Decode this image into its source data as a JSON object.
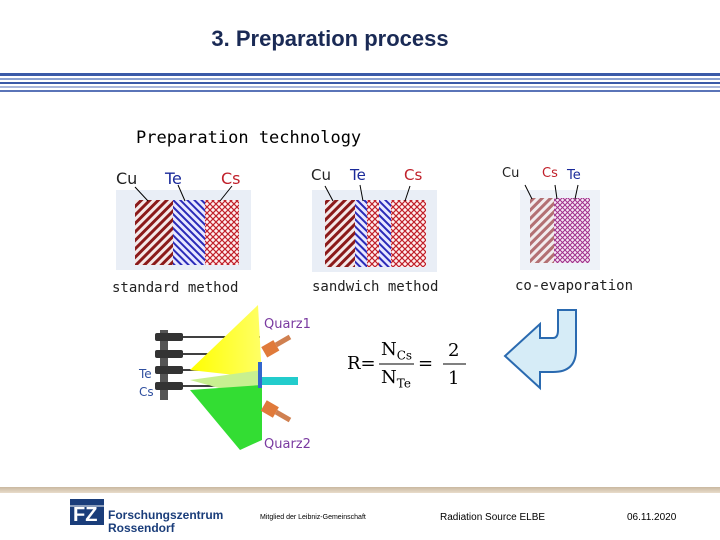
{
  "header": {
    "title": "3. Preparation process"
  },
  "section": {
    "label": "Preparation technology"
  },
  "diagrams": {
    "standard": {
      "labels": [
        "Cu",
        "Te",
        "Cs"
      ],
      "caption": "standard method"
    },
    "sandwich": {
      "labels": [
        "Cu",
        "Te",
        "Cs"
      ],
      "caption": "sandwich method"
    },
    "coevap": {
      "labels": [
        "Cu",
        "Cs",
        "Te"
      ],
      "caption": "co-evaporation"
    }
  },
  "source_diagram": {
    "quarz1": "Quarz1",
    "quarz2": "Quarz2",
    "te": "Te",
    "cs": "Cs"
  },
  "formula": {
    "lhs": "R=",
    "num_main": "N",
    "num_sub": "Cs",
    "den_main": "N",
    "den_sub": "Te",
    "eq": "=",
    "ratio_num": "2",
    "ratio_den": "1"
  },
  "footer": {
    "logo_line1": "Forschungszentrum",
    "logo_line2": "Rossendorf",
    "membership": "Mitglied der Leibniz-Gemeinschaft",
    "source": "Radiation Source ELBE",
    "date": "06.11.2020"
  },
  "colors": {
    "title": "#1a2a55",
    "rule_blue": "#3a5aa8",
    "copper": "#8b1a1a",
    "tellurium": "#2b2bb8",
    "cesium": "#c0202a",
    "arrow_fill": "#cfe8f5",
    "arrow_stroke": "#2a6ab0",
    "quarz_text": "#7a3aa0"
  }
}
